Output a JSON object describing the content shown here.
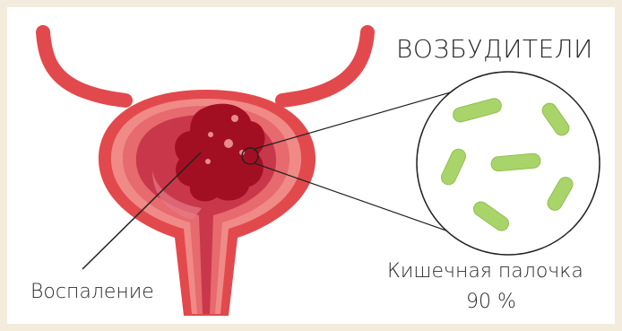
{
  "title": "ВОЗБУДИТЕЛИ",
  "labels": {
    "inflammation": "Воспаление",
    "pathogen_name": "Кишечная палочка",
    "pathogen_percent": "90 %"
  },
  "colors": {
    "background": "#f3ecdd",
    "bladder_outer": "#e2494d",
    "bladder_tissue": "#f08a86",
    "bladder_inner": "#c9384a",
    "inflammation": "#a30f22",
    "bacteria": "#a9d46a"
  },
  "icons": {
    "bladder": "bladder-icon",
    "bacteria": "bacteria-icon",
    "magnifier": "magnifier-circle-icon"
  }
}
